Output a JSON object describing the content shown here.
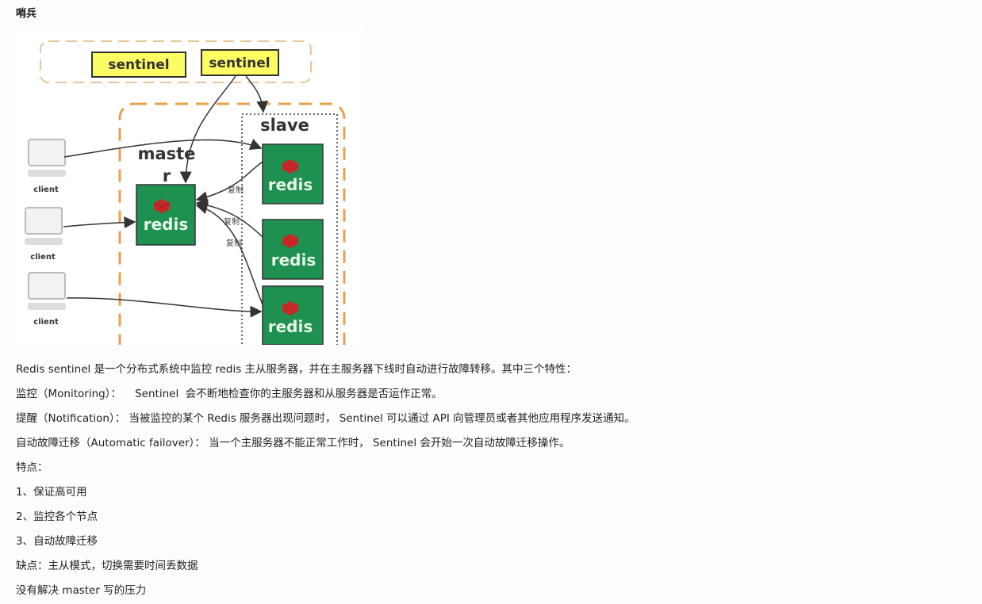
{
  "page": {
    "title": "哨兵"
  },
  "diagram": {
    "sentinels": [
      "sentinel",
      "sentinel"
    ],
    "master_label_line1": "maste",
    "master_label_line2": "r",
    "slave_label": "slave",
    "node_label": "redis",
    "client_label": "client",
    "replication_label": "复制",
    "colors": {
      "sentinel_fill": "#fdfc62",
      "redis_fill": "#1e9150",
      "cluster_border": "#e8a14a",
      "arrow": "#333333"
    }
  },
  "paragraphs": [
    "Redis sentinel 是一个分布式系统中监控 redis 主从服务器，并在主服务器下线时自动进行故障转移。其中三个特性：",
    "监控（Monitoring）：    Sentinel  会不断地检查你的主服务器和从服务器是否运作正常。",
    "提醒（Notification）： 当被监控的某个 Redis 服务器出现问题时， Sentinel 可以通过 API 向管理员或者其他应用程序发送通知。",
    "自动故障迁移（Automatic failover）： 当一个主服务器不能正常工作时， Sentinel 会开始一次自动故障迁移操作。",
    "特点：",
    "1、保证高可用",
    "2、监控各个节点",
    "3、自动故障迁移",
    "缺点：主从模式，切换需要时间丢数据",
    "没有解决 master 写的压力"
  ]
}
